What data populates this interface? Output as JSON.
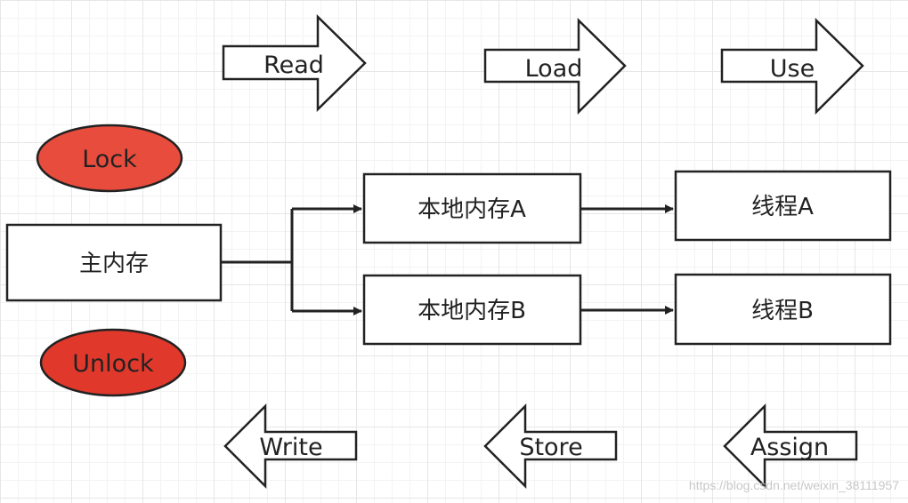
{
  "colors": {
    "stroke": "#222222",
    "box_fill": "#ffffff",
    "ellipse_fill": "#e84c3d",
    "ellipse_fill_dark": "#e0392c"
  },
  "operations": {
    "read": "Read",
    "load": "Load",
    "use": "Use",
    "write": "Write",
    "store": "Store",
    "assign": "Assign",
    "lock": "Lock",
    "unlock": "Unlock"
  },
  "nodes": {
    "main_memory": "主内存",
    "local_memory_a": "本地内存A",
    "local_memory_b": "本地内存B",
    "thread_a": "线程A",
    "thread_b": "线程B"
  },
  "watermark": "https://blog.csdn.net/weixin_38111957"
}
